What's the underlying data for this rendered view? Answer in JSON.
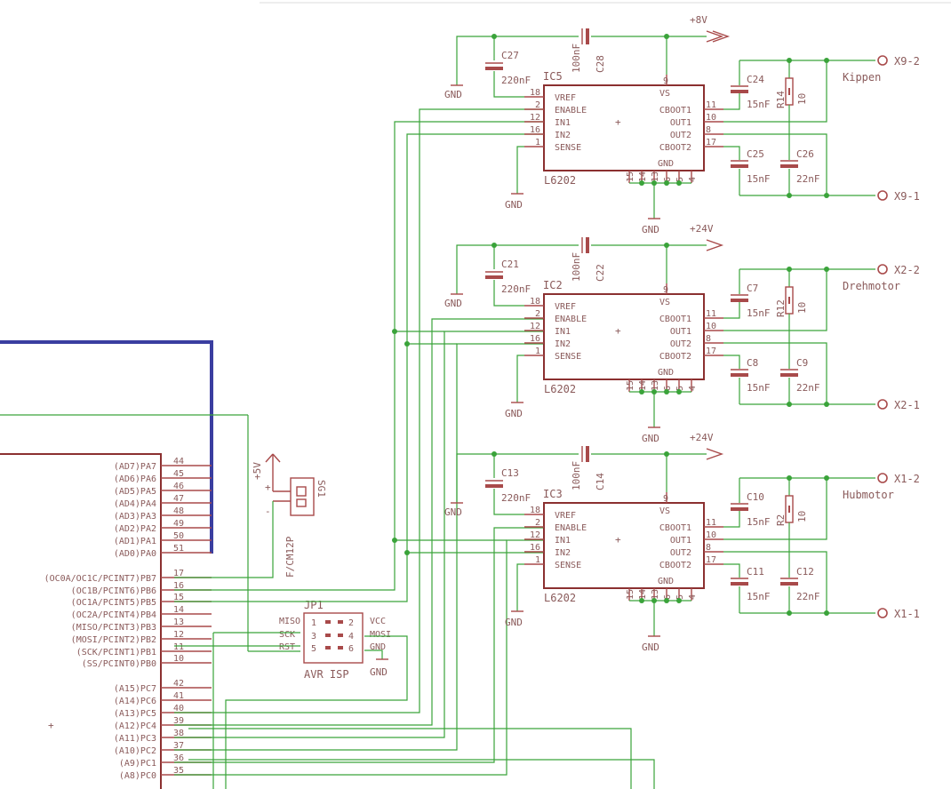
{
  "drivers": [
    {
      "ic": "IC5",
      "part": "L6202",
      "supply": "+8V",
      "c_in": "C27",
      "c_in_val": "220nF",
      "c_sup": "C28",
      "c_sup_val": "100nF",
      "c_b1": "C24",
      "c_b1_val": "15nF",
      "c_b2": "C25",
      "c_b2_val": "15nF",
      "c_out": "C26",
      "c_out_val": "22nF",
      "r": "R14",
      "r_val": "10",
      "con_a": "X9-2",
      "con_b": "X9-1",
      "motor": "Kippen"
    },
    {
      "ic": "IC2",
      "part": "L6202",
      "supply": "+24V",
      "c_in": "C21",
      "c_in_val": "220nF",
      "c_sup": "C22",
      "c_sup_val": "100nF",
      "c_b1": "C7",
      "c_b1_val": "15nF",
      "c_b2": "C8",
      "c_b2_val": "15nF",
      "c_out": "C9",
      "c_out_val": "22nF",
      "r": "R12",
      "r_val": "10",
      "con_a": "X2-2",
      "con_b": "X2-1",
      "motor": "Drehmotor"
    },
    {
      "ic": "IC3",
      "part": "L6202",
      "supply": "+24V",
      "c_in": "C13",
      "c_in_val": "220nF",
      "c_sup": "C14",
      "c_sup_val": "100nF",
      "c_b1": "C10",
      "c_b1_val": "15nF",
      "c_b2": "C11",
      "c_b2_val": "15nF",
      "c_out": "C12",
      "c_out_val": "22nF",
      "r": "R2",
      "r_val": "10",
      "con_a": "X1-2",
      "con_b": "X1-1",
      "motor": "Hubmotor"
    }
  ],
  "ic_pins_left": [
    {
      "num": "18",
      "name": "VREF"
    },
    {
      "num": "2",
      "name": "ENABLE"
    },
    {
      "num": "12",
      "name": "IN1"
    },
    {
      "num": "16",
      "name": "IN2"
    },
    {
      "num": "1",
      "name": "SENSE"
    }
  ],
  "ic_pins_right": [
    {
      "num": "11",
      "name": "CBOOT1"
    },
    {
      "num": "10",
      "name": "OUT1"
    },
    {
      "num": "8",
      "name": "OUT2"
    },
    {
      "num": "17",
      "name": "CBOOT2"
    }
  ],
  "ic_labels": {
    "vs": "VS",
    "vs_pin": "9",
    "gnd": "GND",
    "gnd_pins": [
      "15",
      "14",
      "13",
      "6",
      "5",
      "4"
    ]
  },
  "gnd_label": "GND",
  "mcu_pins": [
    {
      "num": "44",
      "name": "(AD7)PA7"
    },
    {
      "num": "45",
      "name": "(AD6)PA6"
    },
    {
      "num": "46",
      "name": "(AD5)PA5"
    },
    {
      "num": "47",
      "name": "(AD4)PA4"
    },
    {
      "num": "48",
      "name": "(AD3)PA3"
    },
    {
      "num": "49",
      "name": "(AD2)PA2"
    },
    {
      "num": "50",
      "name": "(AD1)PA1"
    },
    {
      "num": "51",
      "name": "(AD0)PA0"
    },
    {
      "num": "17",
      "name": "(OC0A/OC1C/PCINT7)PB7"
    },
    {
      "num": "16",
      "name": "(OC1B/PCINT6)PB6"
    },
    {
      "num": "15",
      "name": "(OC1A/PCINT5)PB5"
    },
    {
      "num": "14",
      "name": "(OC2A/PCINT4)PB4"
    },
    {
      "num": "13",
      "name": "(MISO/PCINT3)PB3"
    },
    {
      "num": "12",
      "name": "(MOSI/PCINT2)PB2"
    },
    {
      "num": "11",
      "name": "(SCK/PCINT1)PB1"
    },
    {
      "num": "10",
      "name": "(SS/PCINT0)PB0"
    },
    {
      "num": "42",
      "name": "(A15)PC7"
    },
    {
      "num": "41",
      "name": "(A14)PC6"
    },
    {
      "num": "40",
      "name": "(A13)PC5"
    },
    {
      "num": "39",
      "name": "(A12)PC4"
    },
    {
      "num": "38",
      "name": "(A11)PC3"
    },
    {
      "num": "37",
      "name": "(A10)PC2"
    },
    {
      "num": "36",
      "name": "(A9)PC1"
    },
    {
      "num": "35",
      "name": "(A8)PC0"
    }
  ],
  "isp": {
    "name": "JP1",
    "title": "AVR ISP",
    "pins": [
      "1",
      "2",
      "3",
      "4",
      "5",
      "6"
    ],
    "left": [
      "MISO",
      "SCK",
      "RST"
    ],
    "right": [
      "VCC",
      "MOSI",
      "GND"
    ]
  },
  "switch": {
    "name": "SG1",
    "part": "F/CM12P",
    "supply": "+5V",
    "plus": "+",
    "minus": "-"
  }
}
